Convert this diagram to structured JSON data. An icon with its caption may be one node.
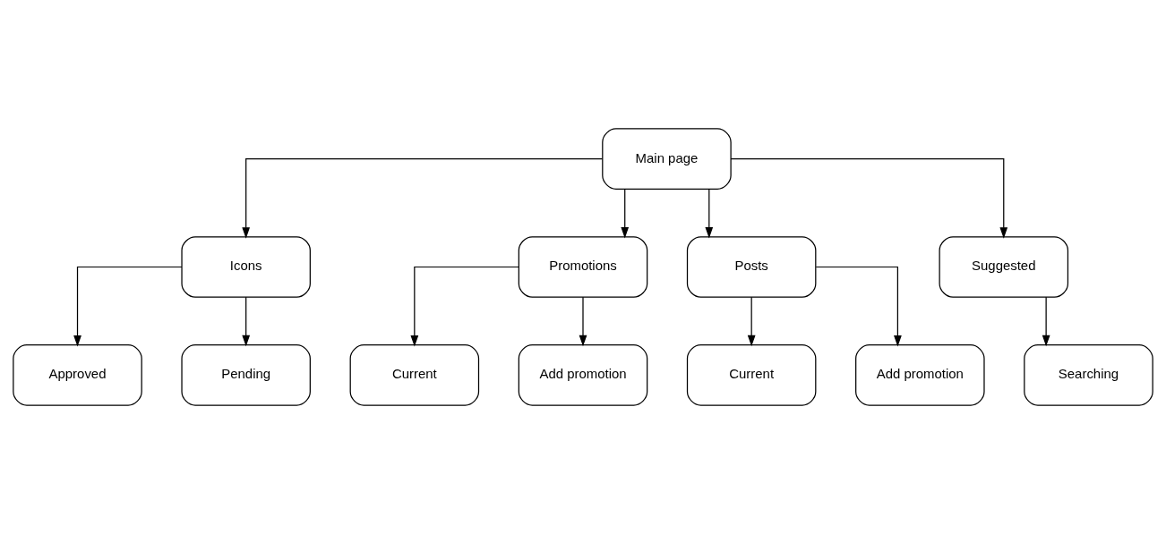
{
  "diagram": {
    "nodes": [
      {
        "text": [
          "Main page"
        ]
      },
      {
        "text": [
          "Icons"
        ]
      },
      {
        "text": [
          "Promotions"
        ]
      },
      {
        "text": [
          "Posts"
        ]
      },
      {
        "text": [
          "Suggested"
        ]
      },
      {
        "text": [
          "Approved"
        ]
      },
      {
        "text": [
          "Pending"
        ]
      },
      {
        "text": [
          "Current"
        ]
      },
      {
        "text": [
          "Add promotion"
        ]
      },
      {
        "text": [
          "Current"
        ]
      },
      {
        "text": [
          "Add promotion"
        ]
      },
      {
        "text": [
          "Searching"
        ]
      }
    ],
    "edges": [
      {
        "from": 0,
        "to": 1,
        "arrow": "to"
      },
      {
        "from": 0,
        "to": 2,
        "arrow": "to"
      },
      {
        "from": 0,
        "to": 3,
        "arrow": "to"
      },
      {
        "from": 0,
        "to": 4,
        "arrow": "to"
      },
      {
        "from": 1,
        "to": 5,
        "arrow": "to"
      },
      {
        "from": 1,
        "to": 6,
        "arrow": "to"
      },
      {
        "from": 2,
        "to": 7,
        "arrow": "to"
      },
      {
        "from": 2,
        "to": 8,
        "arrow": "to"
      },
      {
        "from": 3,
        "to": 9,
        "arrow": "to"
      },
      {
        "from": 3,
        "to": 10,
        "arrow": "to"
      },
      {
        "from": 4,
        "to": 11,
        "arrow": "to"
      }
    ]
  }
}
